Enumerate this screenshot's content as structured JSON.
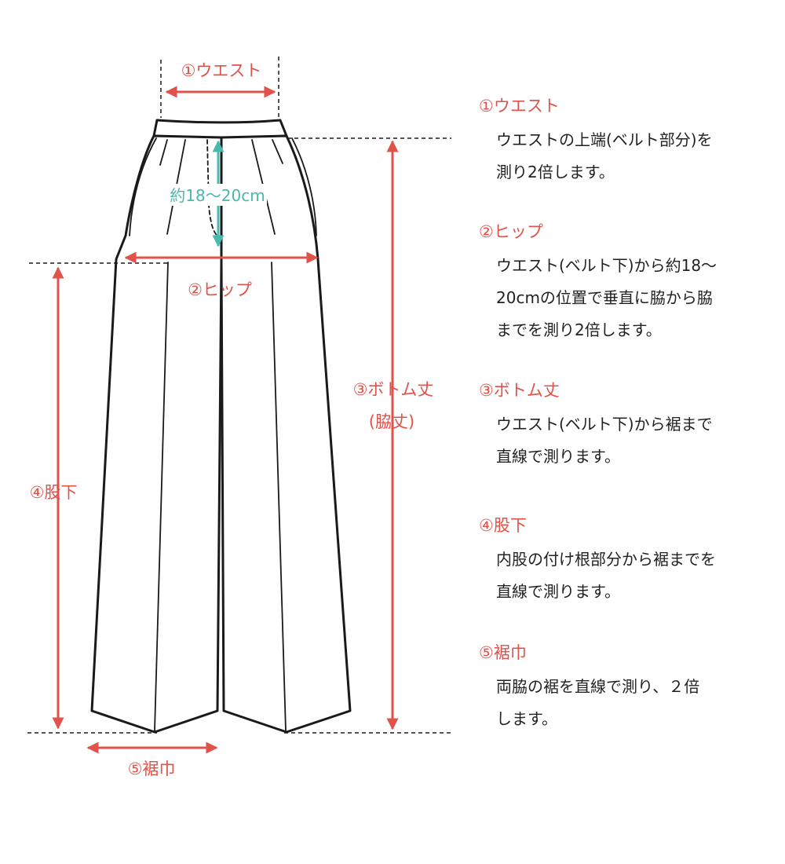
{
  "diagram": {
    "waist_label": "①ウエスト",
    "hip_label": "②ヒップ",
    "rise_label": "約18～20cm",
    "length_label_line1": "③ボトム丈",
    "length_label_line2": "(脇丈)",
    "inseam_label": "④股下",
    "hem_label": "⑤裾巾"
  },
  "notes": [
    {
      "title": "①ウエスト",
      "body": "ウエストの上端(ベルト部分)を\n測り2倍します。"
    },
    {
      "title": "②ヒップ",
      "body": "ウエスト(ベルト下)から約18～\n20cmの位置で垂直に脇から脇\nまでを測り2倍します。"
    },
    {
      "title": "③ボトム丈",
      "body": "ウエスト(ベルト下)から裾まで\n直線で測ります。"
    },
    {
      "title": "④股下",
      "body": "内股の付け根部分から裾までを\n直線で測ります。"
    },
    {
      "title": "⑤裾巾",
      "body": "両脇の裾を直線で測り、２倍\nします。"
    }
  ],
  "colors": {
    "accent_red": "#e0524a",
    "accent_teal": "#49b8ad",
    "outline": "#1a1a1a"
  }
}
